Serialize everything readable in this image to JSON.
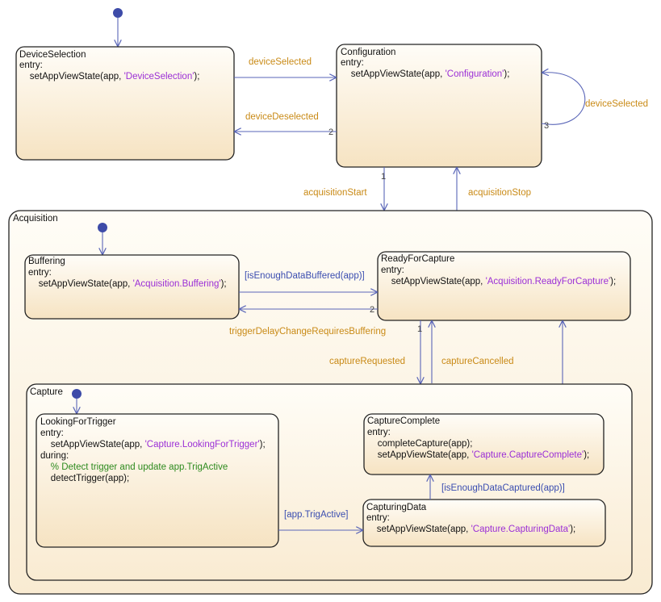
{
  "states": {
    "device_selection": {
      "title": "DeviceSelection",
      "lines": [
        {
          "text": "entry:"
        },
        {
          "pre": "    setAppViewState(app, ",
          "str": "'DeviceSelection'",
          "post": ");"
        }
      ]
    },
    "configuration": {
      "title": "Configuration",
      "lines": [
        {
          "text": "entry:"
        },
        {
          "pre": "    setAppViewState(app, ",
          "str": "'Configuration'",
          "post": ");"
        }
      ]
    },
    "acquisition": {
      "title": "Acquisition"
    },
    "buffering": {
      "title": "Buffering",
      "lines": [
        {
          "text": "entry:"
        },
        {
          "pre": "    setAppViewState(app, ",
          "str": "'Acquisition.Buffering'",
          "post": ");"
        }
      ]
    },
    "ready_for_capture": {
      "title": "ReadyForCapture",
      "lines": [
        {
          "text": "entry:"
        },
        {
          "pre": "    setAppViewState(app, ",
          "str": "'Acquisition.ReadyForCapture'",
          "post": ");"
        }
      ]
    },
    "capture": {
      "title": "Capture"
    },
    "looking_for_trigger": {
      "title": "LookingForTrigger",
      "lines": [
        {
          "text": "entry:"
        },
        {
          "pre": "    setAppViewState(app, ",
          "str": "'Capture.LookingForTrigger'",
          "post": ");"
        },
        {
          "text": "during:"
        },
        {
          "cmt": "    % Detect trigger and update app.TrigActive"
        },
        {
          "text": "    detectTrigger(app);"
        }
      ]
    },
    "capture_complete": {
      "title": "CaptureComplete",
      "lines": [
        {
          "text": "entry:"
        },
        {
          "text": "    completeCapture(app);"
        },
        {
          "pre": "    setAppViewState(app, ",
          "str": "'Capture.CaptureComplete'",
          "post": ");"
        }
      ]
    },
    "capturing_data": {
      "title": "CapturingData",
      "lines": [
        {
          "text": "entry:"
        },
        {
          "pre": "    setAppViewState(app, ",
          "str": "'Capture.CapturingData'",
          "post": ");"
        }
      ]
    }
  },
  "transitions": {
    "device_selected": "deviceSelected",
    "device_deselected": "deviceDeselected",
    "device_selected_self": "deviceSelected",
    "acquisition_start": "acquisitionStart",
    "acquisition_stop": "acquisitionStop",
    "is_enough_data_buffered": "[isEnoughDataBuffered(app)]",
    "trigger_delay_change": "triggerDelayChangeRequiresBuffering",
    "capture_requested": "captureRequested",
    "capture_cancelled": "captureCancelled",
    "app_trig_active": "[app.TrigActive]",
    "is_enough_data_captured": "[isEnoughDataCaptured(app)]"
  },
  "priorities": {
    "config_deselect": "2",
    "config_self": "3",
    "config_start": "1",
    "ready_trigger_delay": "2",
    "ready_capture_requested": "1"
  }
}
